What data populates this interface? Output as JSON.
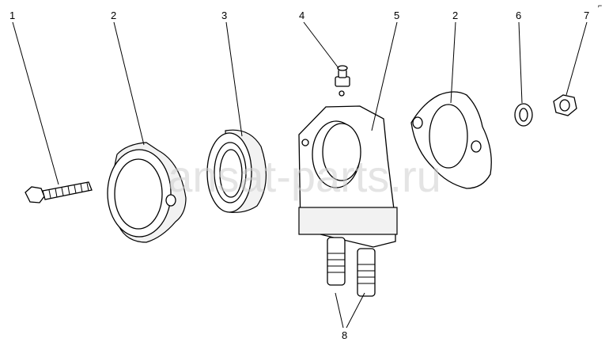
{
  "diagram": {
    "labels": [
      "1",
      "2",
      "3",
      "4",
      "5",
      "2",
      "6",
      "7",
      "8"
    ],
    "watermark": "ansat-parts.ru",
    "corner_mark": "⌐"
  }
}
